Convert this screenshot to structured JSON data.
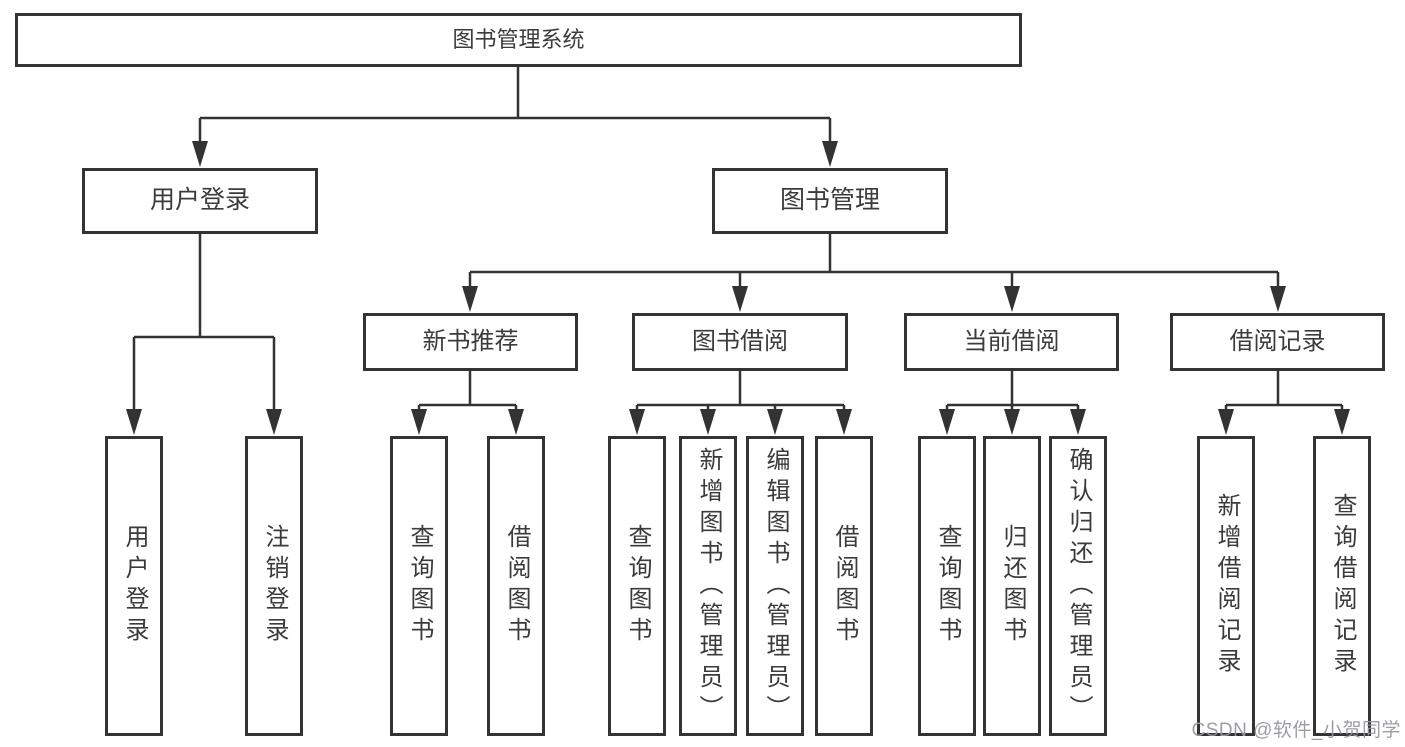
{
  "tree": {
    "label": "图书管理系统",
    "children": [
      {
        "label": "用户登录",
        "children": [
          {
            "label": "用户登录"
          },
          {
            "label": "注销登录"
          }
        ]
      },
      {
        "label": "图书管理",
        "children": [
          {
            "label": "新书推荐",
            "children": [
              {
                "label": "查询图书"
              },
              {
                "label": "借阅图书"
              }
            ]
          },
          {
            "label": "图书借阅",
            "children": [
              {
                "label": "查询图书"
              },
              {
                "label": "新增图书（管理员）"
              },
              {
                "label": "编辑图书（管理员）"
              },
              {
                "label": "借阅图书"
              }
            ]
          },
          {
            "label": "当前借阅",
            "children": [
              {
                "label": "查询图书"
              },
              {
                "label": "归还图书"
              },
              {
                "label": "确认归还（管理员）"
              }
            ]
          },
          {
            "label": "借阅记录",
            "children": [
              {
                "label": "新增借阅记录"
              },
              {
                "label": "查询借阅记录"
              }
            ]
          }
        ]
      }
    ]
  },
  "watermark": {
    "text": "CSDN @软件_小贺同学"
  },
  "colors": {
    "line": "#333333",
    "box_border": "#333333",
    "text": "#3b3b3b",
    "watermark": "#9898a2",
    "background": "#ffffff"
  }
}
